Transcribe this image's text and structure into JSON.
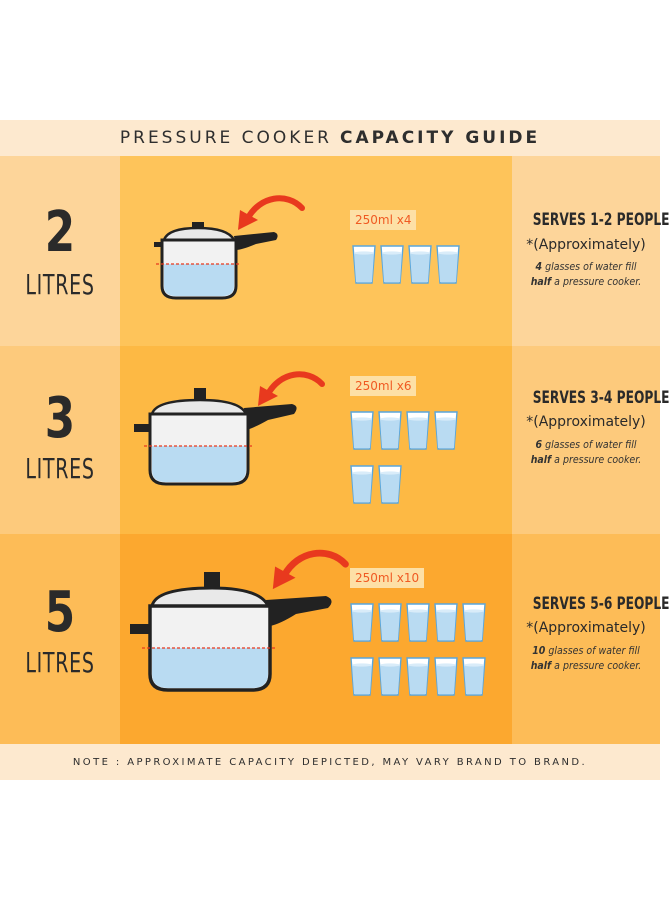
{
  "header": {
    "title_regular": "PRESSURE COOKER",
    "title_bold": "CAPACITY GUIDE"
  },
  "rows": [
    {
      "size": "2",
      "unit": "LITRES",
      "quantity_label": "250ml x4",
      "glass_count": 4,
      "serves": "SERVES 1-2 PEOPLE",
      "approx": "*(Approximately)",
      "desc_count": "4",
      "desc_line1_rest": " glasses of water fill",
      "desc_line2_bold": "half",
      "desc_line2_rest": " a pressure cooker."
    },
    {
      "size": "3",
      "unit": "LITRES",
      "quantity_label": "250ml x6",
      "glass_count": 6,
      "serves": "SERVES 3-4 PEOPLE",
      "approx": "*(Approximately)",
      "desc_count": "6",
      "desc_line1_rest": " glasses of water fill",
      "desc_line2_bold": "half",
      "desc_line2_rest": " a pressure cooker."
    },
    {
      "size": "5",
      "unit": "LITRES",
      "quantity_label": "250ml x10",
      "glass_count": 10,
      "serves": "SERVES 5-6 PEOPLE",
      "approx": "*(Approximately)",
      "desc_count": "10",
      "desc_line1_rest": " glasses of water fill",
      "desc_line2_bold": "half",
      "desc_line2_rest": " a pressure cooker."
    }
  ],
  "note": "NOTE : APPROXIMATE CAPACITY DEPICTED, MAY VARY BRAND TO BRAND.",
  "colors": {
    "accent_arrow": "#e8391e",
    "water": "#b9dbf2",
    "glass_outline": "#5aa6dc",
    "text_dark": "#2a2a2a",
    "badge_text": "#f05a22"
  },
  "icons": [
    "pressure-cooker-icon",
    "curved-arrow-icon",
    "water-glass-icon"
  ]
}
